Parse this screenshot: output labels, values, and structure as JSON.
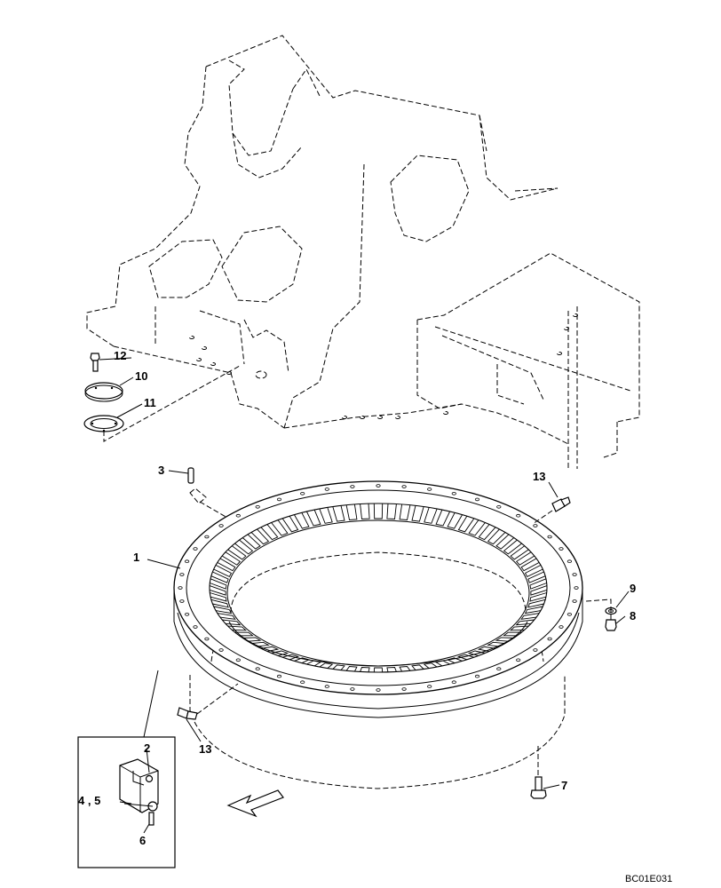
{
  "diagram": {
    "drawing_code": "BC01E031",
    "callouts": [
      {
        "id": "c1",
        "text": "1"
      },
      {
        "id": "c2",
        "text": "2"
      },
      {
        "id": "c3",
        "text": "3"
      },
      {
        "id": "c45",
        "text": "4 , 5"
      },
      {
        "id": "c6",
        "text": "6"
      },
      {
        "id": "c7",
        "text": "7"
      },
      {
        "id": "c8",
        "text": "8"
      },
      {
        "id": "c9",
        "text": "9"
      },
      {
        "id": "c10",
        "text": "10"
      },
      {
        "id": "c11",
        "text": "11"
      },
      {
        "id": "c12",
        "text": "12"
      },
      {
        "id": "c13a",
        "text": "13"
      },
      {
        "id": "c13b",
        "text": "13"
      }
    ]
  }
}
